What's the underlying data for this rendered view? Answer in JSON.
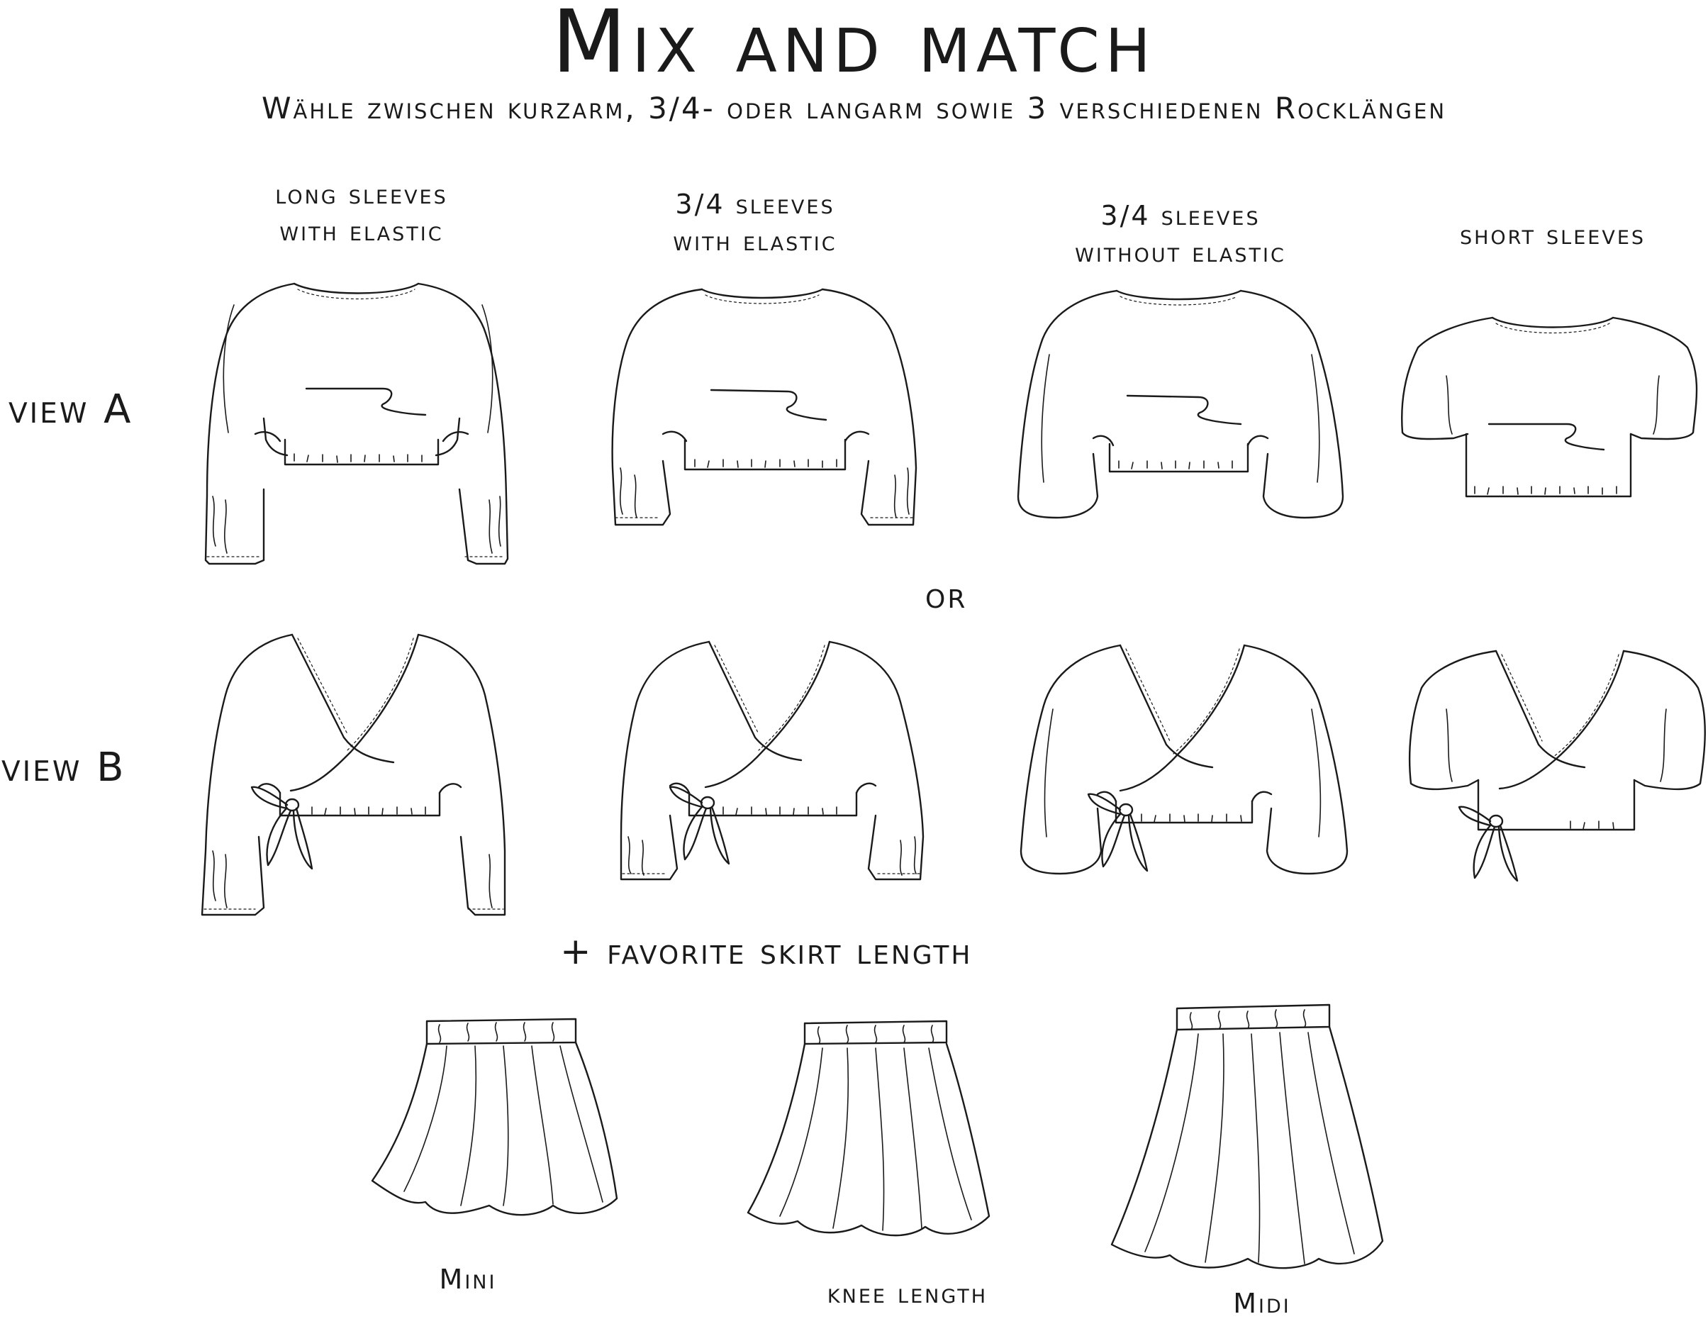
{
  "header": {
    "title": "Mix and match",
    "subtitle": "Wähle zwischen kurzarm, 3/4- oder langarm sowie 3 verschiedenen Rocklängen"
  },
  "sleeves": [
    {
      "line1": "long sleeves",
      "line2": "with elastic"
    },
    {
      "line1": "3/4 sleeves",
      "line2": "with elastic"
    },
    {
      "line1": "3/4 sleeves",
      "line2": "without elastic"
    },
    {
      "line1": "short sleeves",
      "line2": ""
    }
  ],
  "views": {
    "a": "view A",
    "b": "view B"
  },
  "separator": "or",
  "skirt_heading": "+ favorite skirt length",
  "skirts": [
    "Mini",
    "knee length",
    "Midi"
  ],
  "colors": {
    "ink": "#1a1a1a",
    "background": "#ffffff"
  }
}
